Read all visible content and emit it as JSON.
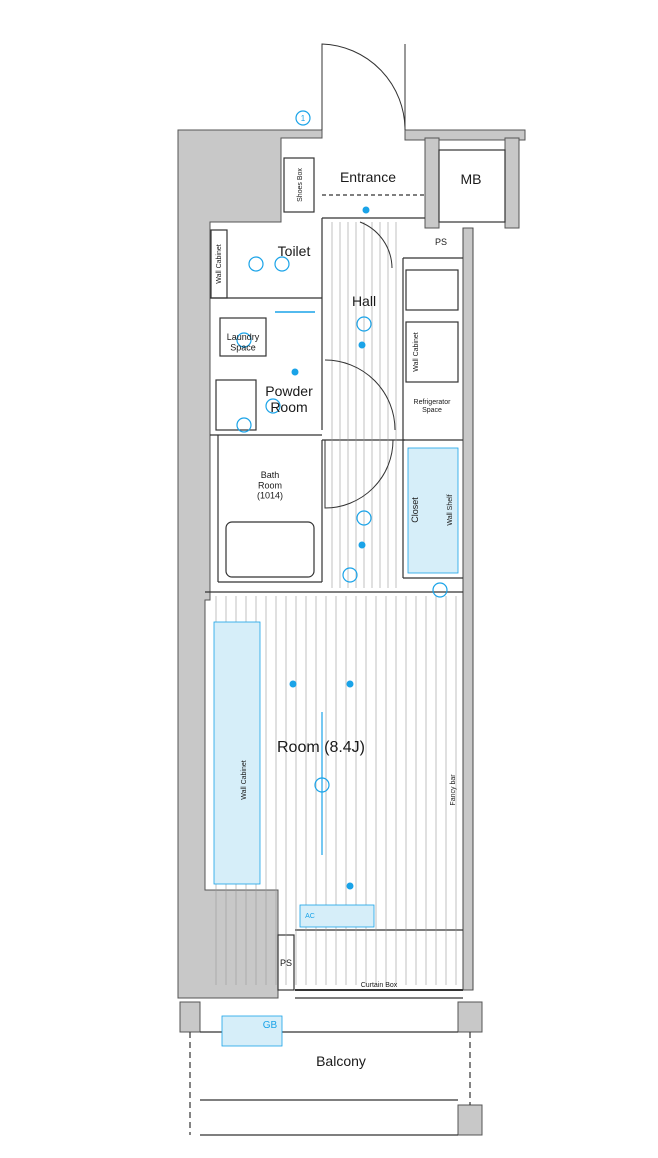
{
  "plan": {
    "rooms": {
      "entrance": "Entrance",
      "mb": "MB",
      "ps_top": "PS",
      "toilet": "Toilet",
      "hall": "Hall",
      "laundry": "Laundry\nSpace",
      "powder": "Powder\nRoom",
      "bath": "Bath\nRoom\n(1014)",
      "closet": "Closet",
      "room": "Room (8.4J)",
      "ps_bottom": "PS",
      "balcony": "Balcony"
    },
    "fixtures": {
      "shoes_box": "Shoes Box",
      "wall_cabinet_toilet": "Wall Cabinet",
      "wall_cabinet_kitchen": "Wall Cabinet",
      "refrigerator": "Refrigerator\nSpace",
      "wall_shelf": "Wall Shelf",
      "wall_cabinet_room": "Wall Cabinet",
      "fancy_bar": "Fancy bar",
      "curtain_box": "Curtain Box",
      "ac": "AC",
      "gb": "GB",
      "marker": "1"
    },
    "colors": {
      "wall": "#c8c8c8",
      "line": "#333333",
      "accent": "#1aa3e8",
      "cabinet": "#d6eef9"
    }
  }
}
